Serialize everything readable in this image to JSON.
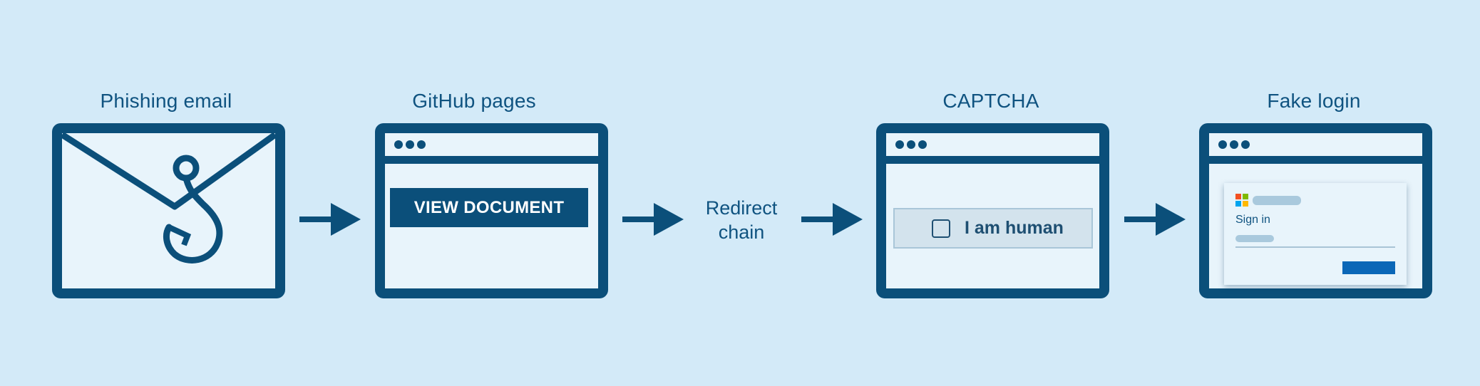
{
  "steps": {
    "phishing_email": {
      "title": "Phishing email",
      "icon": "envelope-hook-icon"
    },
    "github_pages": {
      "title": "GitHub pages",
      "button_label": "VIEW DOCUMENT"
    },
    "redirect_chain": {
      "line1": "Redirect",
      "line2": "chain"
    },
    "captcha": {
      "title": "CAPTCHA",
      "checkbox_label": "I am human"
    },
    "fake_login": {
      "title": "Fake login",
      "sign_in_label": "Sign in"
    }
  },
  "colors": {
    "background": "#d3eaf8",
    "primary": "#0b4f7a",
    "window_fill": "#e8f4fb",
    "button_blue": "#0b67b7",
    "ms_red": "#f25022",
    "ms_green": "#7fba00",
    "ms_blue": "#00a4ef",
    "ms_yellow": "#ffb900"
  }
}
